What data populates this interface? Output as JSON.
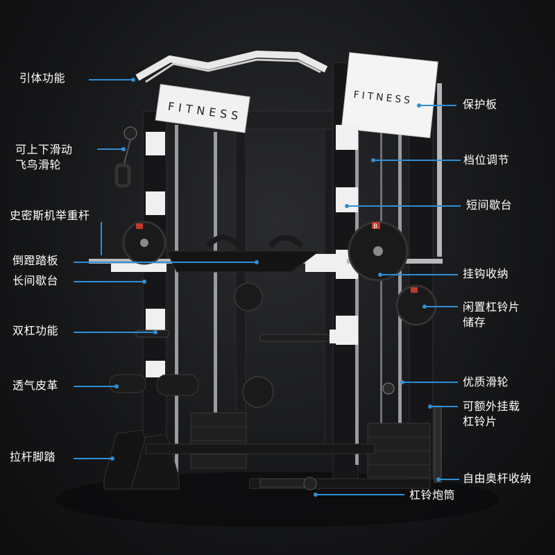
{
  "header_plate": "FITNESS",
  "top_plate": "FITNESS",
  "plate_mark": "B",
  "colors": {
    "background": "#17181a",
    "frame": "#1c1c1e",
    "white_parts": "#f2f2f2",
    "leader_line": "#2f8fd6",
    "label_text": "#ffffff"
  },
  "callouts_left": [
    {
      "text": "引体功能"
    },
    {
      "text": "可上下滑动\n飞鸟滑轮"
    },
    {
      "text": "史密斯机举重杆"
    },
    {
      "text": "倒蹬踏板"
    },
    {
      "text": "长间歇台"
    },
    {
      "text": "双杠功能"
    },
    {
      "text": "透气皮革"
    },
    {
      "text": "拉杆脚踏"
    }
  ],
  "callouts_right": [
    {
      "text": "保护板"
    },
    {
      "text": "档位调节"
    },
    {
      "text": "短间歇台"
    },
    {
      "text": "挂钩收纳"
    },
    {
      "text": "闲置杠铃片\n储存"
    },
    {
      "text": "优质滑轮"
    },
    {
      "text": "可额外挂载\n杠铃片"
    },
    {
      "text": "自由奥杆收纳"
    },
    {
      "text": "杠铃炮筒"
    }
  ]
}
